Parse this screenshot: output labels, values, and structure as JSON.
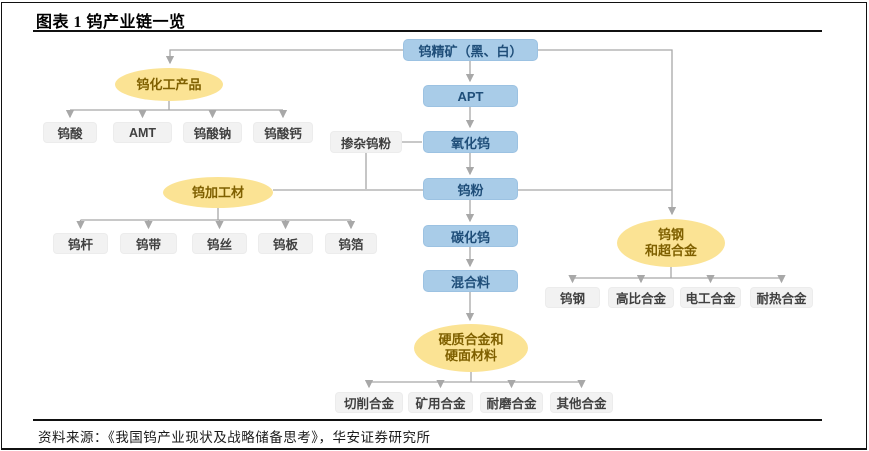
{
  "figure": {
    "title": "图表 1 钨产业链一览",
    "source": "资料来源：《我国钨产业现状及战略储备思考》，华安证券研究所"
  },
  "colors": {
    "process_box_fill": "#A9CCE8",
    "process_box_text": "#1F4E79",
    "category_ellipse_fill": "#FBE394",
    "category_ellipse_text": "#7F6000",
    "product_box_fill": "#F2F2F2",
    "product_box_text": "#404040",
    "connector_line": "#A8A8A8",
    "frame_line": "#111111"
  },
  "nodes": {
    "concentrate": "钨精矿（黑、白）",
    "apt": "APT",
    "oxide": "氧化钨",
    "powder": "钨粉",
    "carbide": "碳化钨",
    "mixture": "混合料",
    "doped_powder": "掺杂钨粉",
    "chem_products": "钨化工产品",
    "tungstic_acid": "钨酸",
    "amt": "AMT",
    "sodium_tungstate": "钨酸钠",
    "calcium_tungstate": "钨酸钙",
    "processed_materials": "钨加工材",
    "rod": "钨杆",
    "strip": "钨带",
    "wire": "钨丝",
    "plate": "钨板",
    "foil": "钨箔",
    "steel_superalloy": "钨钢\n和超合金",
    "tungsten_steel": "钨钢",
    "high_density_alloy": "高比合金",
    "electrical_alloy": "电工合金",
    "heat_resistant_alloy": "耐热合金",
    "cemented_carbide": "硬质合金和\n硬面材料",
    "cutting_alloy": "切削合金",
    "mining_alloy": "矿用合金",
    "wear_alloy": "耐磨合金",
    "other_alloy": "其他合金"
  }
}
